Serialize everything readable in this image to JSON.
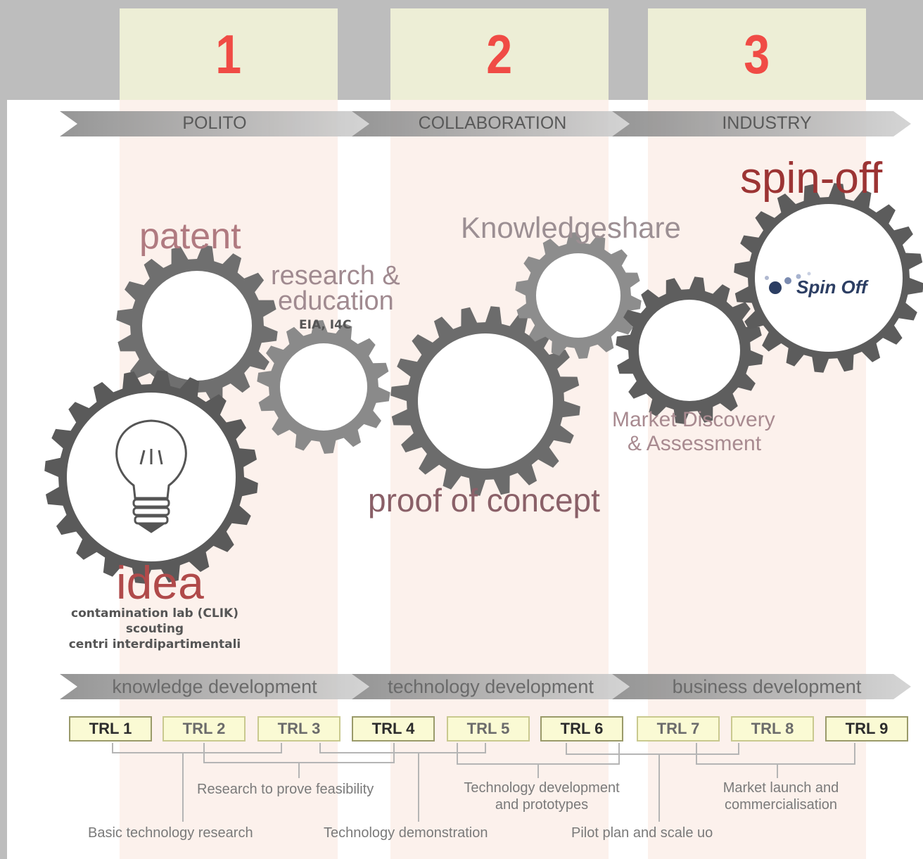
{
  "columns": [
    {
      "number": "1",
      "arrow_label": "POLITO",
      "dev_label": "knowledge development"
    },
    {
      "number": "2",
      "arrow_label": "COLLABORATION",
      "dev_label": "technology development"
    },
    {
      "number": "3",
      "arrow_label": "INDUSTRY",
      "dev_label": "business development"
    }
  ],
  "labels": {
    "spin_off": "spin-off",
    "patent": "patent",
    "knowledgeshare": "Knowledgeshare",
    "research_line1": "research &",
    "research_line2": "education",
    "research_sub": "EIA, I4C",
    "market_line1": "Market Discovery",
    "market_line2": "& Assessment",
    "proof_of_concept": "proof of concept",
    "idea": "idea",
    "idea_sub1": "contamination lab (CLIK)",
    "idea_sub2": "scouting",
    "idea_sub3": "centri interdipartimentali",
    "spin_logo_text": "Spin Off"
  },
  "trl": [
    "TRL 1",
    "TRL 2",
    "TRL 3",
    "TRL 4",
    "TRL 5",
    "TRL 6",
    "TRL 7",
    "TRL 8",
    "TRL 9"
  ],
  "stages": {
    "basic": "Basic technology research",
    "feasibility": "Research to prove feasibility",
    "demonstration": "Technology demonstration",
    "prototypes_line1": "Technology development",
    "prototypes_line2": "and prototypes",
    "pilot": "Pilot plan and scale uo",
    "market_line1": "Market launch and",
    "market_line2": "commercialisation"
  },
  "colors": {
    "accent_number": "#f04b45",
    "headline_pink": "#b07a80",
    "spin_off_red": "#9c3434",
    "gear_gray": "#6f6f6f"
  },
  "icons": [
    "light-bulb-icon",
    "gear-icon"
  ]
}
